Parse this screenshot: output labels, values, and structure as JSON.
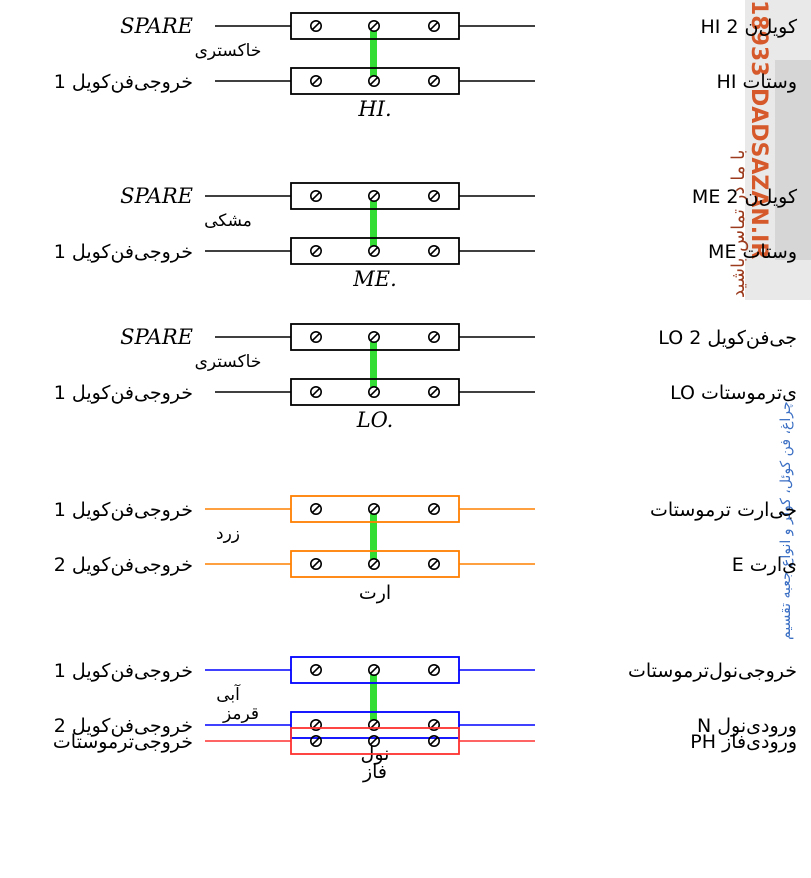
{
  "colors": {
    "black": "#000000",
    "orange": "#ff8000",
    "blue": "#0000ff",
    "red": "#ff3030",
    "jumper": "#33dd33",
    "watermark": "#d5592a"
  },
  "icons": {
    "screw": "screw-icon",
    "jumper": "jumper-link"
  },
  "blocks": [
    {
      "color": "black",
      "top_left": "SPARE",
      "bottom_left": "خروجی‌فن‌کویل 1",
      "wire_color_label": "خاکستری",
      "top_right": "HI  2 کویل‌ن",
      "bottom_right": "HI  وستات",
      "terminal_label": "HI."
    },
    {
      "color": "black",
      "top_left": "SPARE",
      "bottom_left": "خروجی‌فن‌کویل 1",
      "wire_color_label": "مشکی",
      "top_right": "ME  2 کویل‌ن",
      "bottom_right": "ME  وستات",
      "terminal_label": "ME."
    },
    {
      "color": "black",
      "top_left": "SPARE",
      "bottom_left": "خروجی‌فن‌کویل 1",
      "wire_color_label": "خاکستری",
      "top_right": "LO  2 جی‌فن‌کویل",
      "bottom_right": "LO  ی‌ترموستات",
      "terminal_label": "LO."
    },
    {
      "color": "orange",
      "top_left": "خروجی‌فن‌کویل 1",
      "bottom_left": "خروجی‌فن‌کویل 2",
      "wire_color_label": "زرد",
      "top_right": "جی‌ارت ترموستات",
      "bottom_right": "E  ی‌ارت",
      "terminal_label": "ارت"
    },
    {
      "color": "blue",
      "top_left": "خروجی‌فن‌کویل 1",
      "bottom_left": "خروجی‌فن‌کویل 2",
      "wire_color_label": "آبی",
      "top_right": "خروجی‌نول‌ترموستات",
      "bottom_right": "N  ورودی‌نول",
      "terminal_label": "نول"
    }
  ],
  "phase_block": {
    "color": "red",
    "left": "خروجی‌ترموستات",
    "wire_color_label": "قرمز",
    "right": "PH  ورودی‌فاز",
    "terminal_label": "فاز"
  },
  "watermark": {
    "code": "18933",
    "site": "DADSAZAN.IR",
    "contact": "با ما در تماس باشید",
    "caption": "چراغ، فن کوئل، کولر و انواع جعبه تقسیم"
  }
}
